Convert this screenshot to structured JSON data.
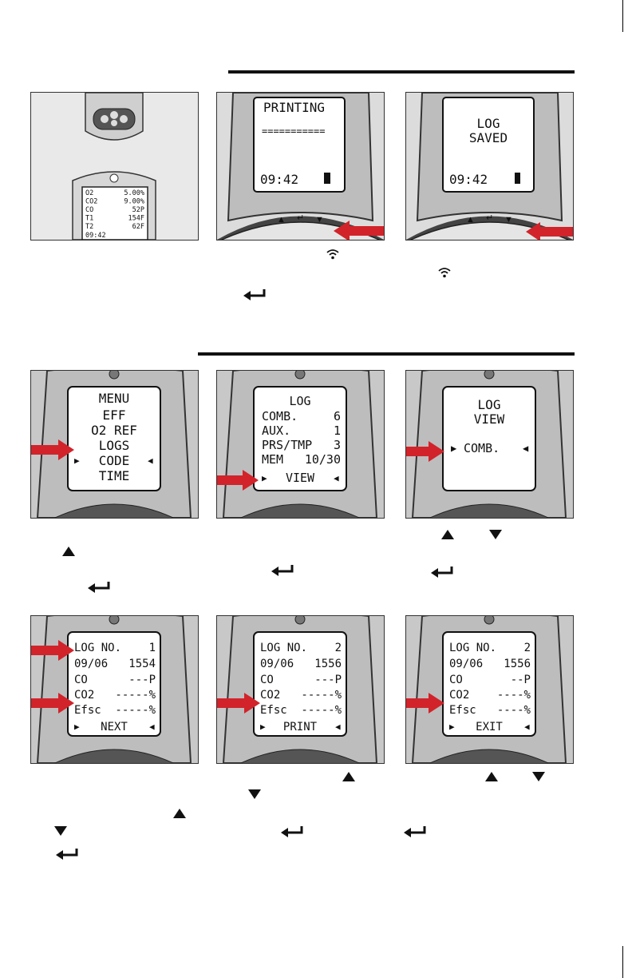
{
  "panels_top": {
    "printing": {
      "title": "PRINTING",
      "bar": "===========",
      "time": "09:42"
    },
    "saved": {
      "line1": "LOG",
      "line2": "SAVED",
      "time": "09:42"
    },
    "device": {
      "rows": [
        [
          "O2",
          "5.00%"
        ],
        [
          "CO2",
          "9.00%"
        ],
        [
          "CO",
          "52P"
        ],
        [
          "T1",
          "154F"
        ],
        [
          "T2",
          "62F"
        ]
      ],
      "time": "09:42"
    }
  },
  "panels_mid": {
    "menu": {
      "title": "MENU",
      "items": [
        "EFF",
        "O2 REF",
        "LOGS",
        "CODE",
        "TIME"
      ]
    },
    "log": {
      "title": "LOG",
      "rows": [
        [
          "COMB.",
          "6"
        ],
        [
          "AUX.",
          "1"
        ],
        [
          "PRS/TMP",
          "3"
        ],
        [
          "MEM",
          "10/30"
        ]
      ],
      "selected": "VIEW"
    },
    "logview": {
      "line1": "LOG",
      "line2": "VIEW",
      "selected": "COMB."
    }
  },
  "panels_bottom": {
    "a": {
      "header": "LOG NO.",
      "num": "1",
      "date": "09/06",
      "clock": "1554",
      "rows": [
        [
          "CO",
          "---P"
        ],
        [
          "CO2",
          "-----%"
        ],
        [
          "Efsc",
          "-----%"
        ]
      ],
      "selected": "NEXT"
    },
    "b": {
      "header": "LOG NO.",
      "num": "2",
      "date": "09/06",
      "clock": "1556",
      "rows": [
        [
          "CO",
          "---P"
        ],
        [
          "CO2",
          "-----%"
        ],
        [
          "Efsc",
          "-----%"
        ]
      ],
      "selected": "PRINT"
    },
    "c": {
      "header": "LOG NO.",
      "num": "2",
      "date": "09/06",
      "clock": "1556",
      "rows": [
        [
          "CO",
          "--P"
        ],
        [
          "CO2",
          "----%"
        ],
        [
          "Efsc",
          "----%"
        ]
      ],
      "selected": "EXIT"
    }
  },
  "colors": {
    "arrow": "#d2232a",
    "text": "#111111",
    "panel_bg": "#efefef"
  }
}
